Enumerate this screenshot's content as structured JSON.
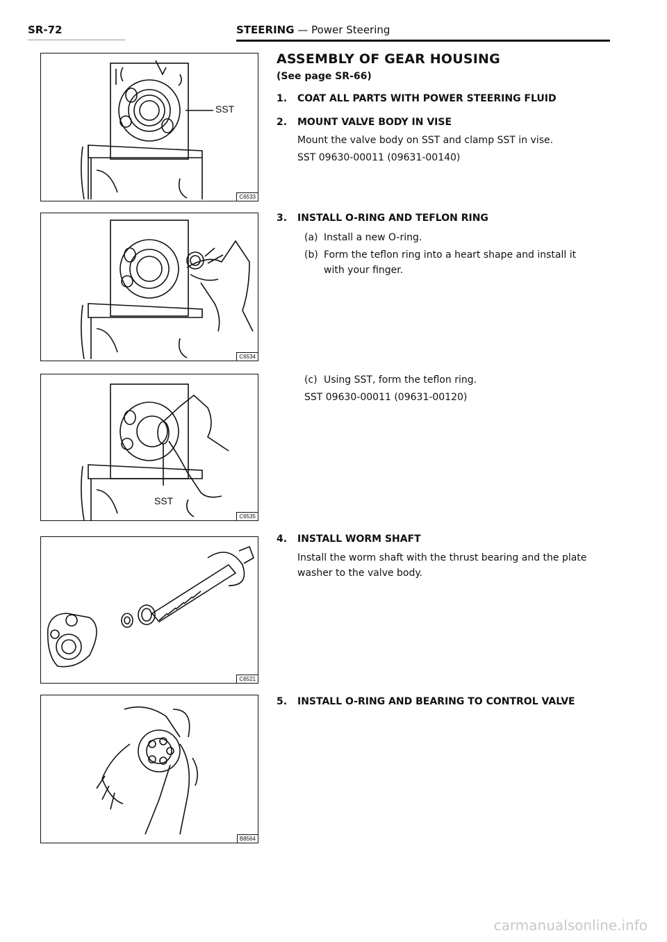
{
  "header": {
    "page_number": "SR-72",
    "section": "STEERING",
    "dash": " — ",
    "subsection": "Power Steering"
  },
  "title": "ASSEMBLY OF GEAR HOUSING",
  "subtitle": "(See page SR-66)",
  "figures": [
    {
      "code": "C6533",
      "label": "SST"
    },
    {
      "code": "C6534"
    },
    {
      "code": "C6535",
      "label": "SST"
    },
    {
      "code": "C6521"
    },
    {
      "code": "B8564"
    }
  ],
  "steps": [
    {
      "num": "1.",
      "title": "COAT ALL PARTS WITH POWER STEERING FLUID"
    },
    {
      "num": "2.",
      "title": "MOUNT VALVE BODY IN VISE",
      "text": "Mount the valve body on SST and clamp SST in vise.",
      "sst": "SST 09630-00011 (09631-00140)"
    },
    {
      "num": "3.",
      "title": "INSTALL O-RING AND TEFLON RING",
      "sub_a_label": "(a)",
      "sub_a": "Install a new O-ring.",
      "sub_b_label": "(b)",
      "sub_b_line1": "Form the teflon ring into a heart shape and install it",
      "sub_b_line2": "with your finger.",
      "sub_c_label": "(c)",
      "sub_c": "Using SST, form the teflon ring.",
      "sst": "SST 09630-00011 (09631-00120)"
    },
    {
      "num": "4.",
      "title": "INSTALL WORM SHAFT",
      "text_line1": "Install the worm shaft with the thrust bearing and the plate",
      "text_line2": "washer to the valve body."
    },
    {
      "num": "5.",
      "title": "INSTALL O-RING AND BEARING TO CONTROL VALVE"
    }
  ],
  "footer": {
    "watermark": "carmanualsonline.info"
  }
}
